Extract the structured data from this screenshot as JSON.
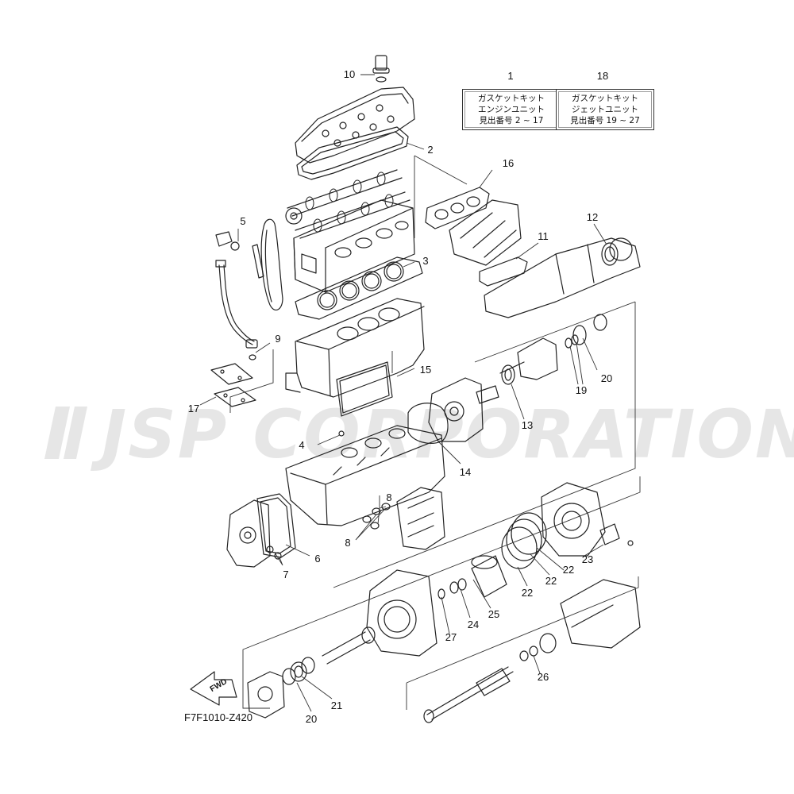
{
  "figure_code": "F7F1010-Z420",
  "watermark": "JSP CORPORATION",
  "direction_label": "FWD",
  "kits": [
    {
      "number": "1",
      "lines": [
        "ガスケットキット",
        "エンジンユニット",
        "見出番号 2 ~ 17"
      ]
    },
    {
      "number": "18",
      "lines": [
        "ガスケットキット",
        "ジェットユニット",
        "見出番号 19 ~ 27"
      ]
    }
  ],
  "callouts": [
    "10",
    "2",
    "16",
    "5",
    "3",
    "12",
    "11",
    "9",
    "15",
    "17",
    "19",
    "20",
    "13",
    "4",
    "14",
    "8",
    "8",
    "6",
    "7",
    "22",
    "22",
    "22",
    "23",
    "25",
    "24",
    "27",
    "26",
    "21",
    "20"
  ],
  "colors": {
    "line": "#222222",
    "watermark": "#c8c8c8"
  }
}
